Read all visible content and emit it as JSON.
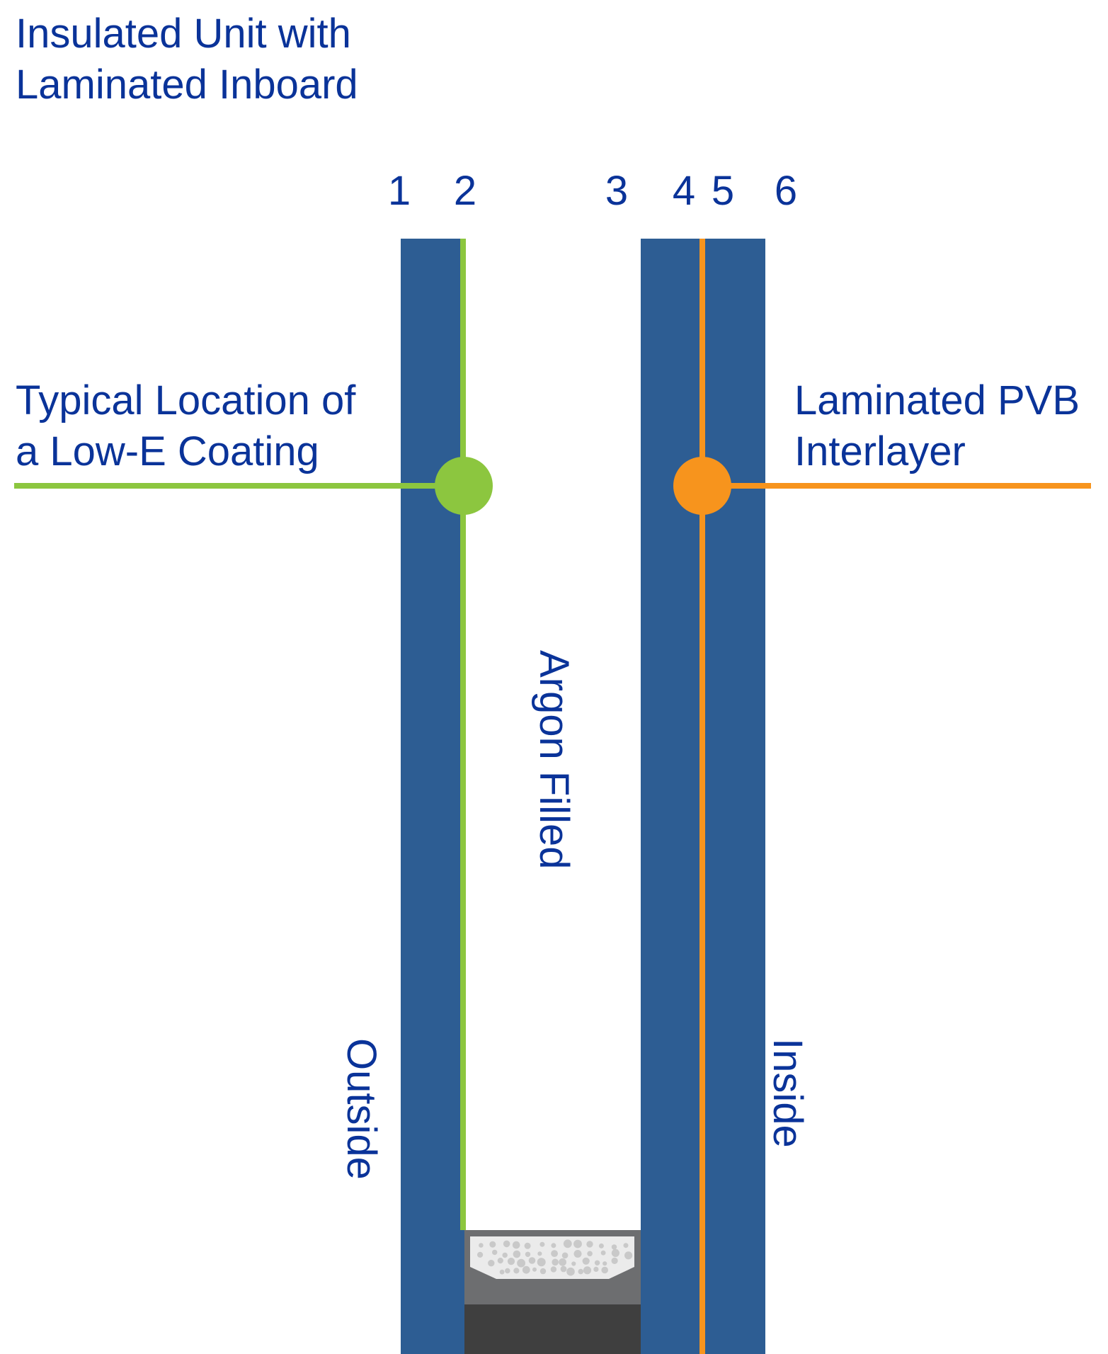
{
  "title": {
    "line1": "Insulated Unit with",
    "line2": "Laminated Inboard"
  },
  "surface_numbers": [
    "1",
    "2",
    "3",
    "4",
    "5",
    "6"
  ],
  "callouts": {
    "low_e": {
      "line1": "Typical Location of",
      "line2": "a Low-E Coating"
    },
    "pvb": {
      "line1": "Laminated PVB",
      "line2": "Interlayer"
    }
  },
  "side_labels": {
    "outside": "Outside",
    "argon": "Argon Filled",
    "inside": "Inside"
  },
  "colors": {
    "glass": "#2d5d93",
    "text": "#0a3399",
    "low_e_coating": "#8cc63f",
    "pvb_interlayer": "#f7941d",
    "spacer_dark": "#3f3f3f",
    "spacer_mid": "#6d6e70",
    "spacer_light": "#ebebeb",
    "desiccant_dot": "#c9c9c9"
  }
}
